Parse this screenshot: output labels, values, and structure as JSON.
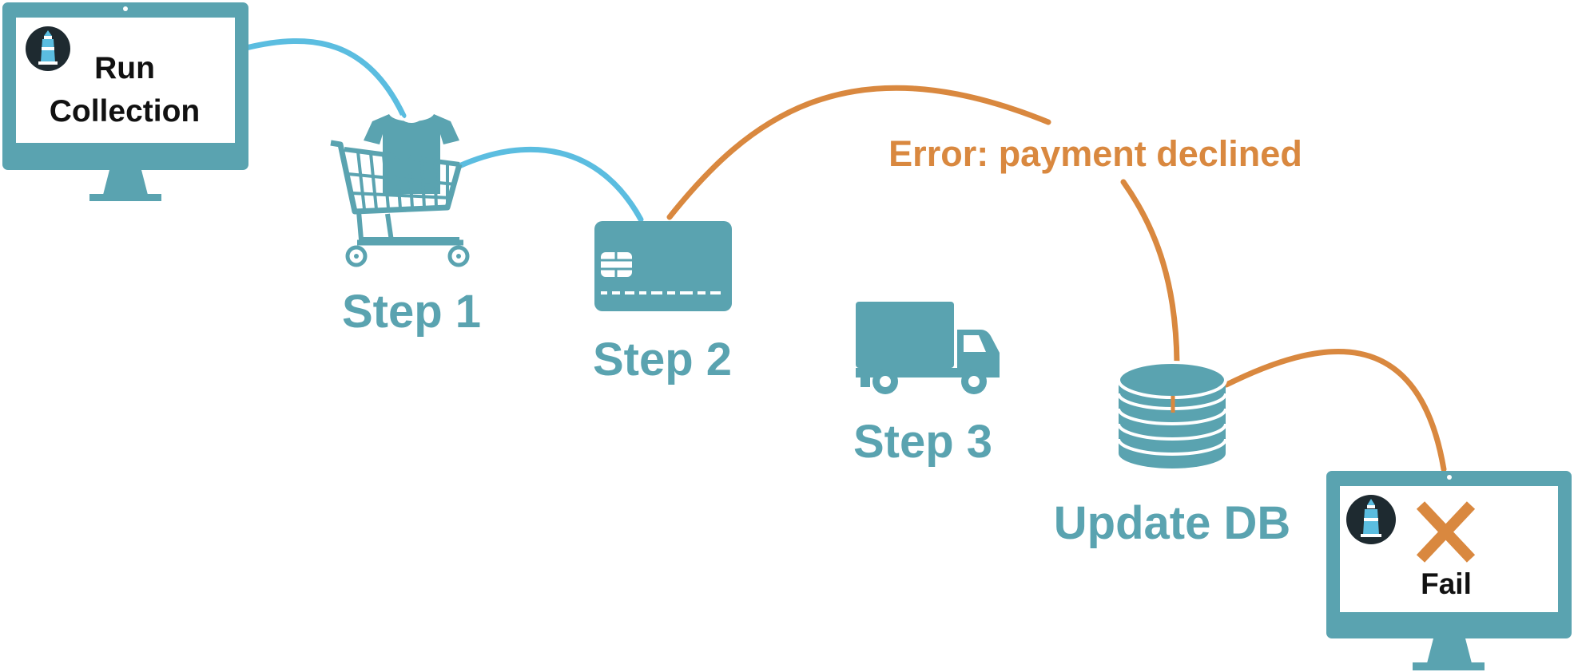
{
  "colors": {
    "teal": "#5aa3b0",
    "blue_connector": "#5bbde0",
    "orange": "#d9883f",
    "screen": "#ffffff",
    "badge_dark": "#1e2a30",
    "lighthouse": "#5bbde0",
    "text_dark": "#111111"
  },
  "start_monitor": {
    "icon": "lighthouse-logo-icon",
    "title_line1": "Run",
    "title_line2": "Collection"
  },
  "steps": [
    {
      "label": "Step 1",
      "icon": "shopping-cart-icon"
    },
    {
      "label": "Step 2",
      "icon": "credit-card-icon"
    },
    {
      "label": "Step 3",
      "icon": "delivery-truck-icon"
    },
    {
      "label": "Update DB",
      "icon": "database-icon"
    }
  ],
  "error": {
    "text": "Error: payment declined"
  },
  "end_monitor": {
    "icon": "lighthouse-logo-icon",
    "status_icon": "x-mark-icon",
    "status_text": "Fail"
  }
}
